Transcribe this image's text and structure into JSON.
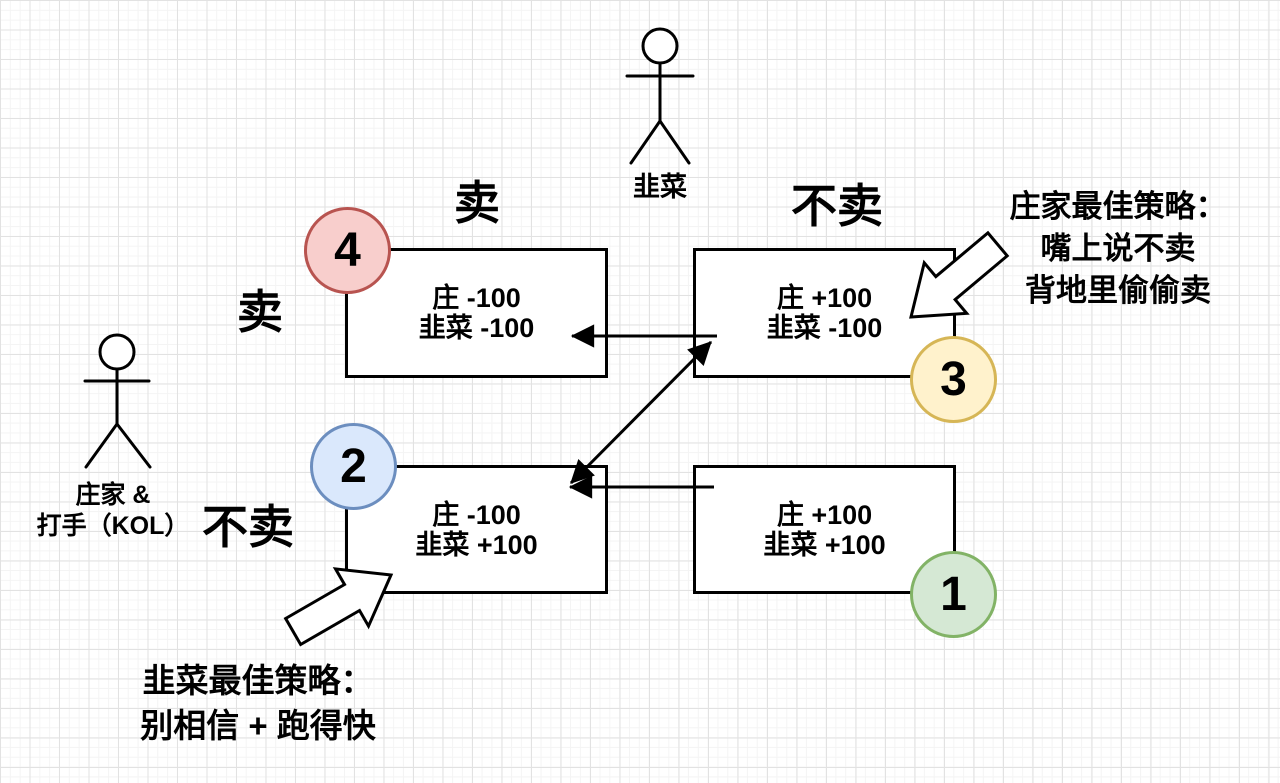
{
  "players": {
    "leek": {
      "label": "韭菜"
    },
    "dealer": {
      "label_line1": "庄家 &",
      "label_line2": "打手（KOL）"
    }
  },
  "headers": {
    "col_sell": "卖",
    "col_hold": "不卖",
    "row_sell": "卖",
    "row_hold": "不卖"
  },
  "cells": {
    "top_left": {
      "badge": "4",
      "payoff_dealer": "庄 -100",
      "payoff_leek": "韭菜 -100",
      "badge_fill": "#f8cecc",
      "badge_border": "#b85450"
    },
    "top_right": {
      "badge": "3",
      "payoff_dealer": "庄 +100",
      "payoff_leek": "韭菜 -100",
      "badge_fill": "#fff2cc",
      "badge_border": "#d6b656"
    },
    "bottom_left": {
      "badge": "2",
      "payoff_dealer": "庄 -100",
      "payoff_leek": "韭菜 +100",
      "badge_fill": "#dae8fc",
      "badge_border": "#6c8ebf"
    },
    "bottom_right": {
      "badge": "1",
      "payoff_dealer": "庄 +100",
      "payoff_leek": "韭菜 +100",
      "badge_fill": "#d5e8d4",
      "badge_border": "#82b366"
    }
  },
  "annotations": {
    "dealer_strategy": {
      "line1": "庄家最佳策略：",
      "line2": "嘴上说不卖",
      "line3": "背地里偷偷卖"
    },
    "leek_strategy": {
      "line1": "韭菜最佳策略：",
      "line2": "别相信 + 跑得快"
    }
  },
  "colors": {
    "stroke": "#000000",
    "background": "#ffffff",
    "grid_major": "#e2e2e2",
    "grid_minor": "#f4f4f4"
  }
}
